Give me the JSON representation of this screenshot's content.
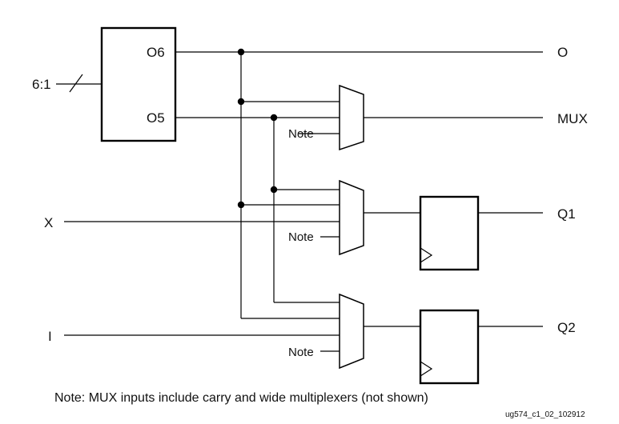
{
  "diagram": {
    "lut": {
      "input_label": "6:1",
      "output_o6": "O6",
      "output_o5": "O5"
    },
    "inputs": {
      "x": "X",
      "i": "I"
    },
    "outputs": {
      "o": "O",
      "mux": "MUX",
      "q1": "Q1",
      "q2": "Q2"
    },
    "mux_notes": [
      "Note",
      "Note",
      "Note"
    ],
    "footnote": "Note: MUX inputs include carry and wide multiplexers (not shown)",
    "figure_id": "ug574_c1_02_102912"
  }
}
